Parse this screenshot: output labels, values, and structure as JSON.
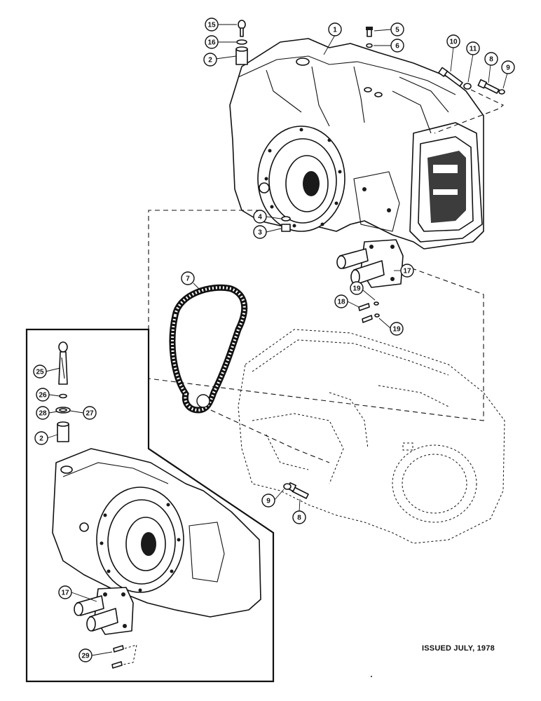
{
  "footer": {
    "issued_text": "ISSUED JULY, 1978"
  },
  "callouts": [
    {
      "id": "c15",
      "number": "15"
    },
    {
      "id": "c16",
      "number": "16"
    },
    {
      "id": "c2a",
      "number": "2"
    },
    {
      "id": "c1",
      "number": "1"
    },
    {
      "id": "c5",
      "number": "5"
    },
    {
      "id": "c6",
      "number": "6"
    },
    {
      "id": "c10",
      "number": "10"
    },
    {
      "id": "c11",
      "number": "11"
    },
    {
      "id": "c8a",
      "number": "8"
    },
    {
      "id": "c9a",
      "number": "9"
    },
    {
      "id": "c4",
      "number": "4"
    },
    {
      "id": "c3",
      "number": "3"
    },
    {
      "id": "c7",
      "number": "7"
    },
    {
      "id": "c17a",
      "number": "17"
    },
    {
      "id": "c19a",
      "number": "19"
    },
    {
      "id": "c18",
      "number": "18"
    },
    {
      "id": "c19b",
      "number": "19"
    },
    {
      "id": "c25",
      "number": "25"
    },
    {
      "id": "c26",
      "number": "26"
    },
    {
      "id": "c28",
      "number": "28"
    },
    {
      "id": "c27",
      "number": "27"
    },
    {
      "id": "c2b",
      "number": "2"
    },
    {
      "id": "c9b",
      "number": "9"
    },
    {
      "id": "c8b",
      "number": "8"
    },
    {
      "id": "c17b",
      "number": "17"
    },
    {
      "id": "c29",
      "number": "29"
    }
  ]
}
